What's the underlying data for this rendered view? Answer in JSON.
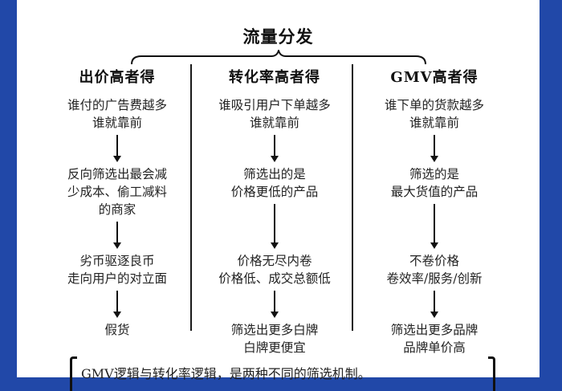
{
  "title": "流量分发",
  "columns": [
    {
      "heading": "出价高者得",
      "steps": [
        [
          "谁付的广告费越多",
          "谁就靠前"
        ],
        [
          "反向筛选出最会减",
          "少成本、偷工减料",
          "的商家"
        ],
        [
          "劣币驱逐良币",
          "走向用户的对立面"
        ],
        [
          "假货"
        ]
      ]
    },
    {
      "heading": "转化率高者得",
      "steps": [
        [
          "谁吸引用户下单越多",
          "谁就靠前"
        ],
        [
          "筛选出的是",
          "价格更低的产品"
        ],
        [
          "价格无尽内卷",
          "价格低、成交总额低"
        ],
        [
          "筛选出更多白牌",
          "白牌更便宜"
        ]
      ]
    },
    {
      "heading": "GMV高者得",
      "steps": [
        [
          "谁下单的货款越多",
          "谁就靠前"
        ],
        [
          "筛选的是",
          "最大货值的产品"
        ],
        [
          "不卷价格",
          "卷效率/服务/创新"
        ],
        [
          "筛选出更多品牌",
          "品牌单价高"
        ]
      ]
    }
  ],
  "footer": {
    "text": "GMV逻辑与转化率逻辑，是两种不同的筛选机制。"
  },
  "colors": {
    "frame_blue": "#2148a8",
    "panel": "#ffffff",
    "ink": "#111111"
  }
}
